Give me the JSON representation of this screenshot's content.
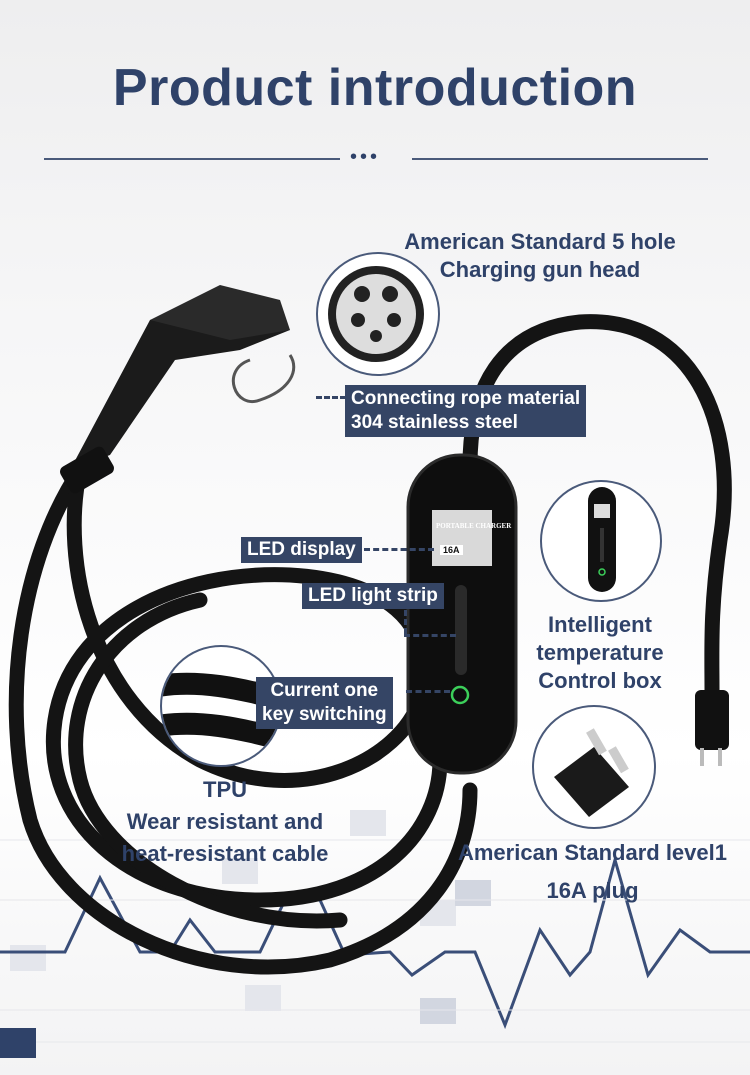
{
  "title": "Product introduction",
  "divider_dots": "•••",
  "labels": {
    "gun_head": "American Standard 5 hole\nCharging gun head",
    "rope": [
      "Connecting rope material",
      "304 stainless steel"
    ],
    "led_display": "LED display",
    "led_strip": "LED light strip",
    "key_switch": [
      "Current one",
      "key switching"
    ],
    "control_box": "Intelligent\ntemperature\nControl box",
    "cable": "TPU\nWear resistant and\nheat-resistant cable",
    "plug": [
      "American Standard level1",
      "16A plug"
    ]
  },
  "device": {
    "brand": "PORTABLE CHARGER",
    "current": "16A"
  },
  "colors": {
    "accent": "#2f4269",
    "tag_bg": "#354565",
    "led_green": "#3ccf5a"
  }
}
